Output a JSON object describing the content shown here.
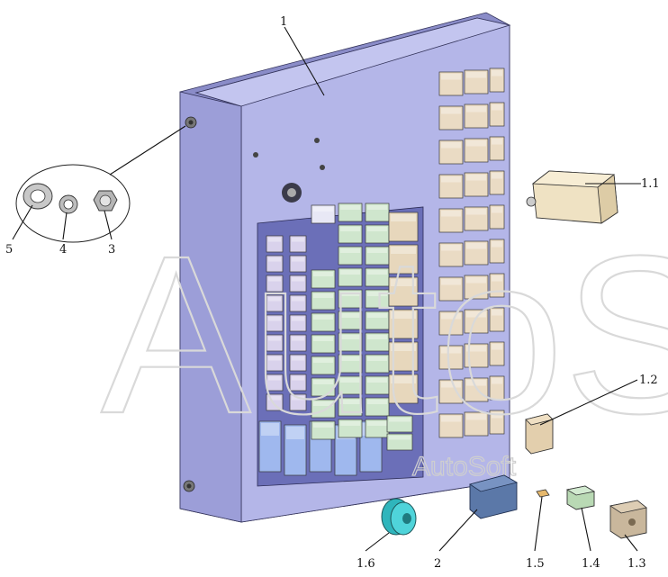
{
  "watermark": {
    "large": "AutoSoft",
    "small": "AutoSoft"
  },
  "callouts": {
    "c1": "1",
    "c1_1": "1.1",
    "c1_2": "1.2",
    "c1_3": "1.3",
    "c1_4": "1.4",
    "c1_5": "1.5",
    "c1_6": "1.6",
    "c2": "2",
    "c3": "3",
    "c4": "4",
    "c5": "5"
  },
  "colors": {
    "panel": "#aeb0e2",
    "panel_side": "#8a8cc8",
    "relay_green": "#cfe6cd",
    "fuse_cream": "#eadbc4",
    "fuse_block": "#e7d7bc",
    "relay_blue": "#5b78a8",
    "buzzer": "#3fc6cc",
    "connector_blue": "#9fb8ee",
    "small_relay": "#c9b79c"
  }
}
